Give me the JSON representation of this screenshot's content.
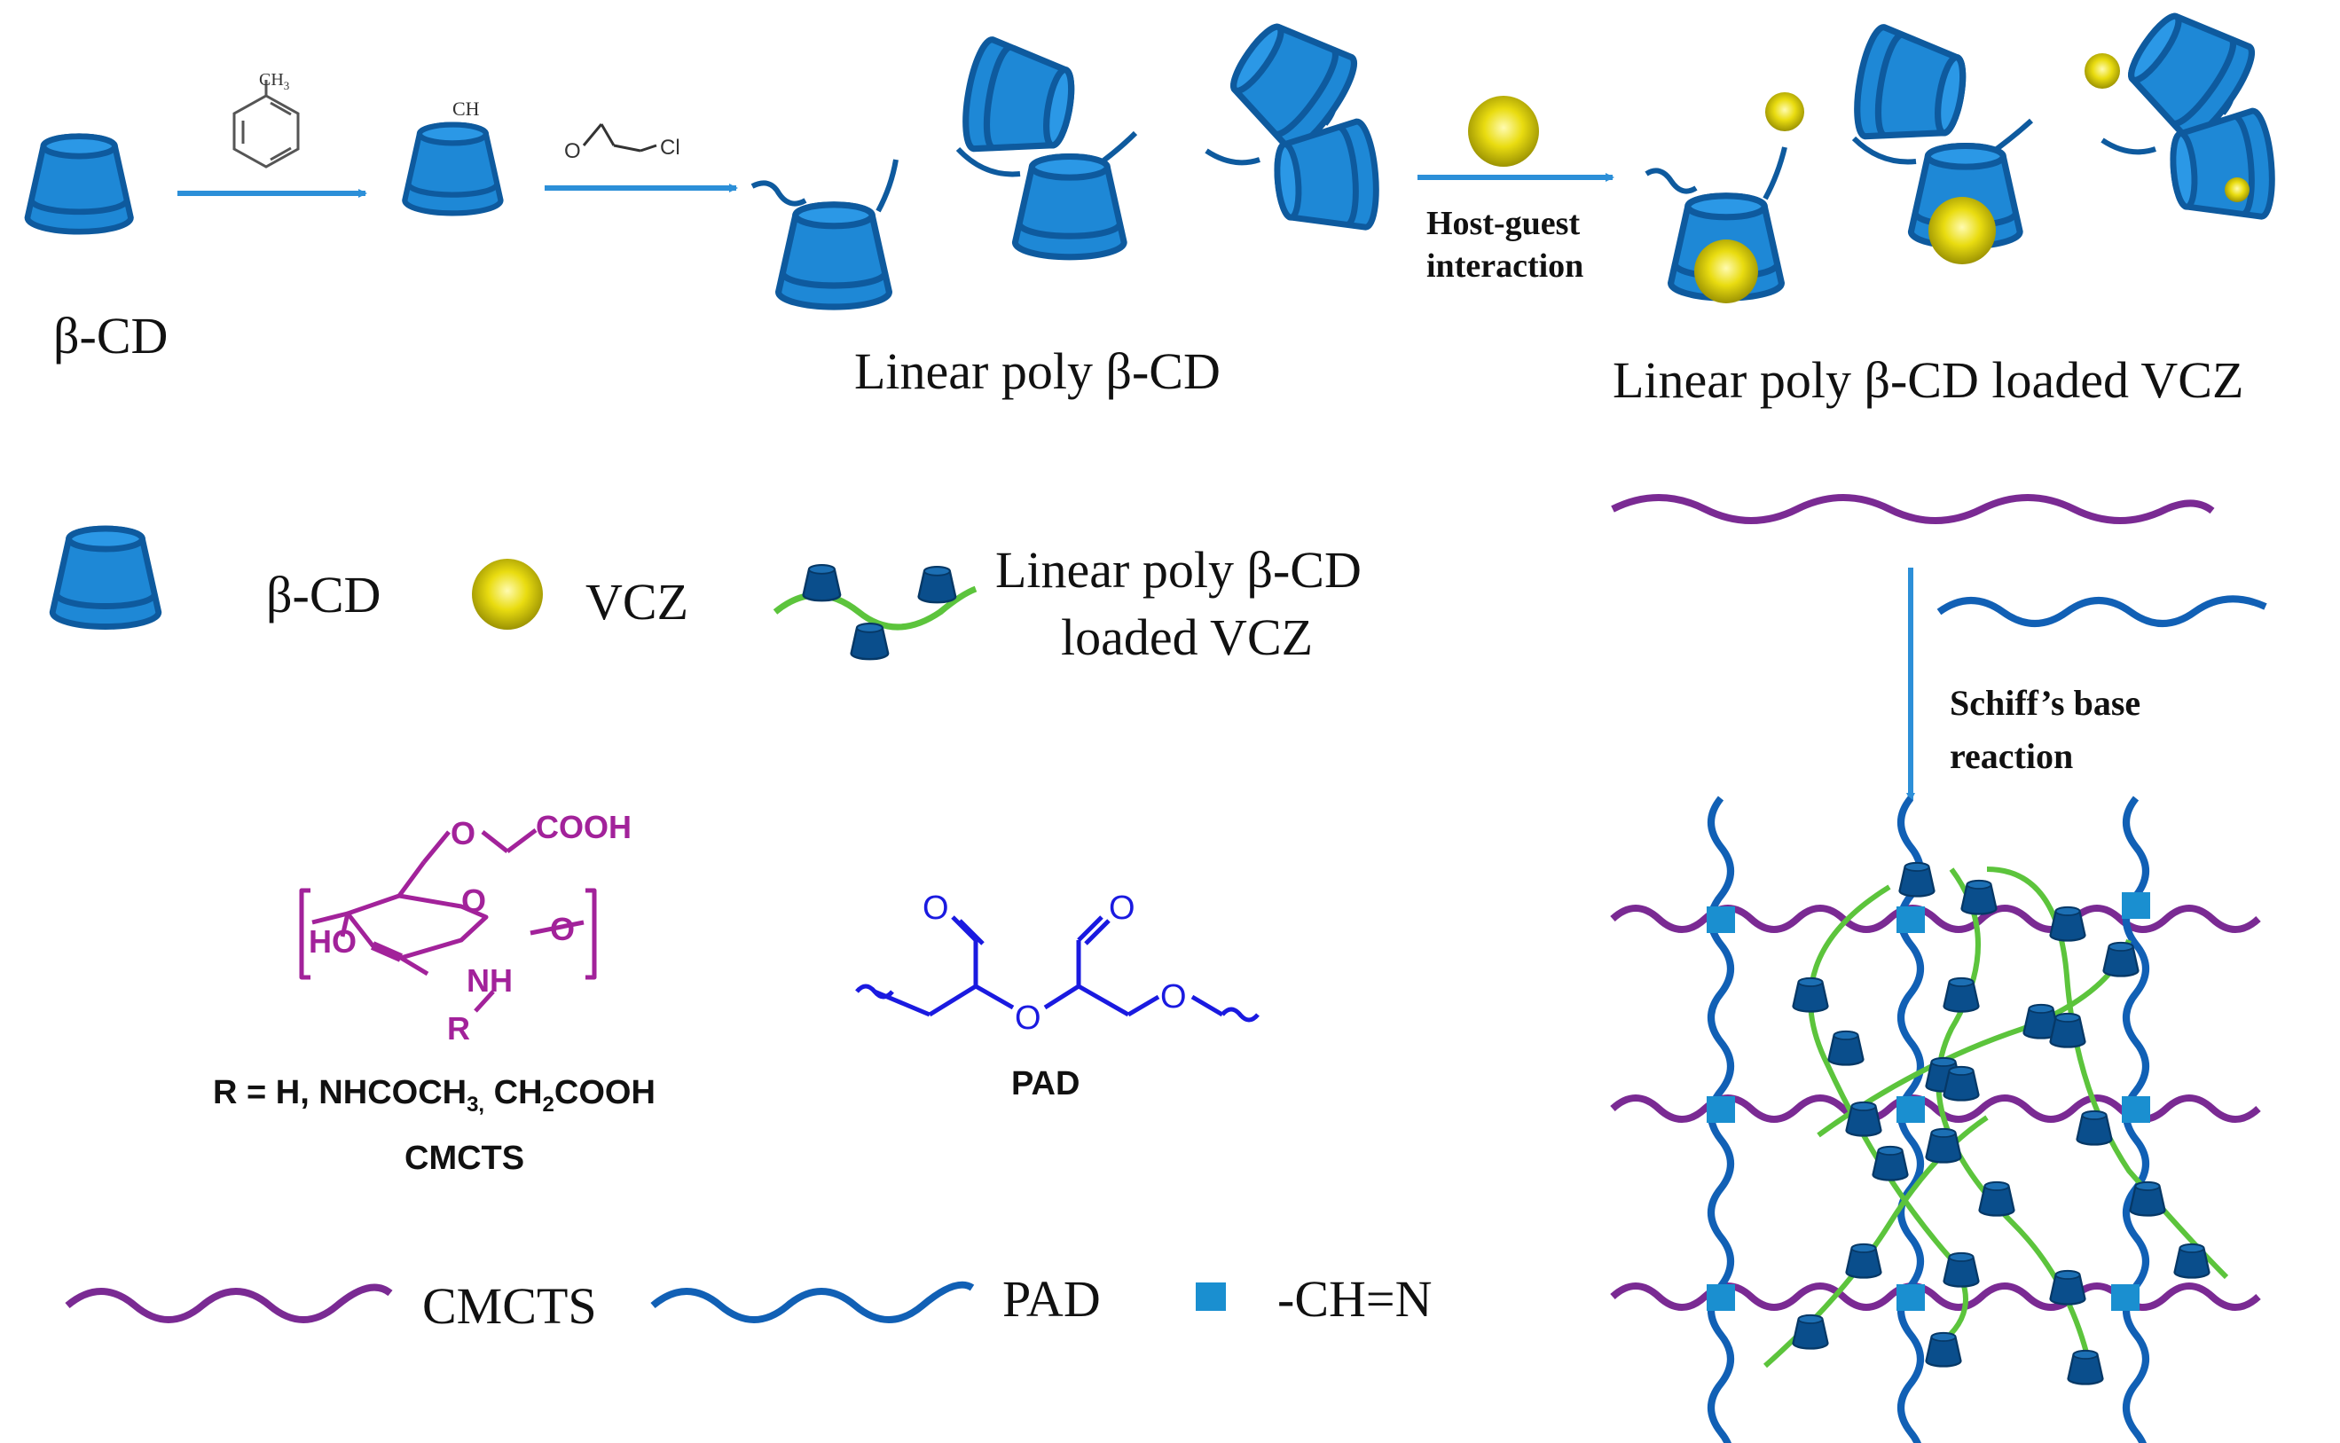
{
  "colors": {
    "cd_fill": "#1e88d6",
    "cd_stroke": "#0e5a9e",
    "cd_dark": "#0a4e8c",
    "arrow": "#2c8fd8",
    "vcz_light": "#fffbb0",
    "vcz_dark": "#8e8600",
    "cmcts": "#7a2a93",
    "pad": "#1160b5",
    "pad_struct": "#1a1ae0",
    "cmcts_struct": "#a2229a",
    "linker_green": "#5cc43c",
    "schiff_square": "#1a8fd0",
    "text": "#111111"
  },
  "labels": {
    "beta_cd": "β-CD",
    "linear_poly": "Linear poly β-CD",
    "linear_poly_loaded": "Linear poly β-CD loaded VCZ",
    "host_guest_1": "Host-guest",
    "host_guest_2": "interaction",
    "toluene_ch3": "CH",
    "toluene_ch3_sub": "3",
    "attached_ch3": "CH",
    "epichlorohydrin_o": "O",
    "epichlorohydrin_cl": "Cl",
    "schiff_1": "Schiff’s base",
    "schiff_2": "reaction"
  },
  "legend_top": {
    "beta_cd": "β-CD",
    "vcz": "VCZ",
    "loaded_1": "Linear poly β-CD",
    "loaded_2": "loaded VCZ"
  },
  "cmcts_structure": {
    "cooh": "COOH",
    "o_ring": "O",
    "o_ether": "O",
    "o_link": "O",
    "ho": "HO",
    "nh": "NH",
    "r": "R",
    "r_def_main": "R = H, NHCOCH",
    "r_def_sub1": "3,",
    "r_def_mid": " CH",
    "r_def_sub2": "2",
    "r_def_end": "COOH",
    "name": "CMCTS"
  },
  "pad_structure": {
    "o1": "O",
    "o2": "O",
    "o3": "O",
    "o4": "O",
    "name": "PAD"
  },
  "legend_bottom": {
    "cmcts": "CMCTS",
    "pad": "PAD",
    "imine": "-CH=N"
  }
}
